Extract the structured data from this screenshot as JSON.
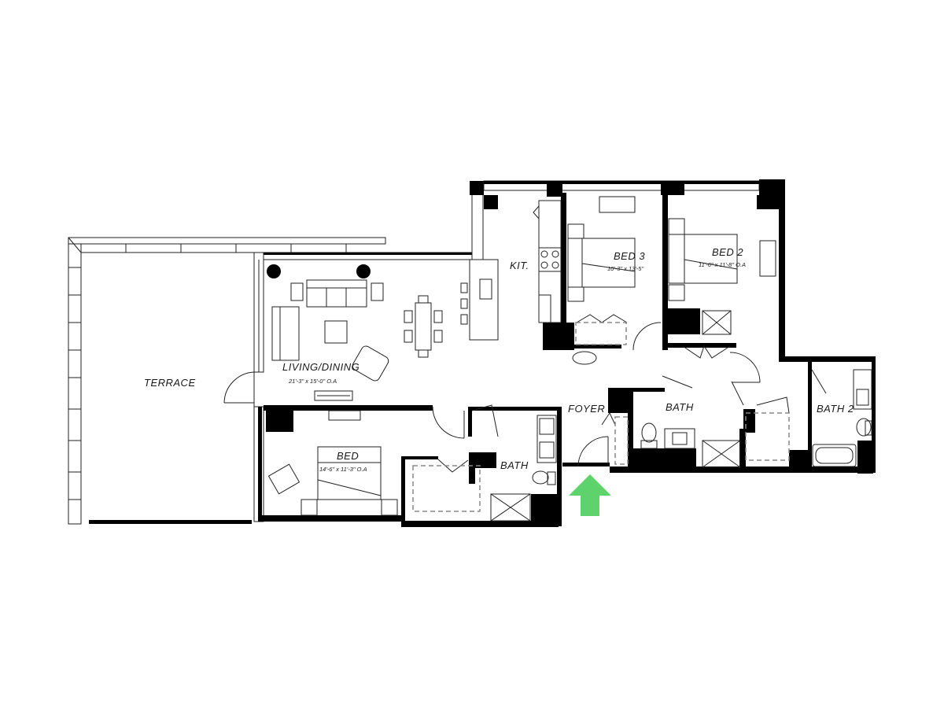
{
  "rooms": {
    "terrace": {
      "name": "TERRACE"
    },
    "living": {
      "name": "LIVING/DINING",
      "dim": "21'-3\" x 15'-0\" O.A"
    },
    "kitchen": {
      "name": "KIT."
    },
    "bed3": {
      "name": "BED 3",
      "dim": "10'-3\" x 13'-5\""
    },
    "bed2": {
      "name": "BED 2",
      "dim": "11'-6\" x 11'-8\" O.A"
    },
    "bed": {
      "name": "BED",
      "dim": "14'-6\" x 11'-3\" O.A"
    },
    "bath_left": {
      "name": "BATH"
    },
    "foyer": {
      "name": "FOYER"
    },
    "bath_center": {
      "name": "BATH"
    },
    "bath2": {
      "name": "BATH 2"
    }
  },
  "entry_arrow": {
    "color": "#5fd36b",
    "icon": "entry-arrow-icon"
  }
}
